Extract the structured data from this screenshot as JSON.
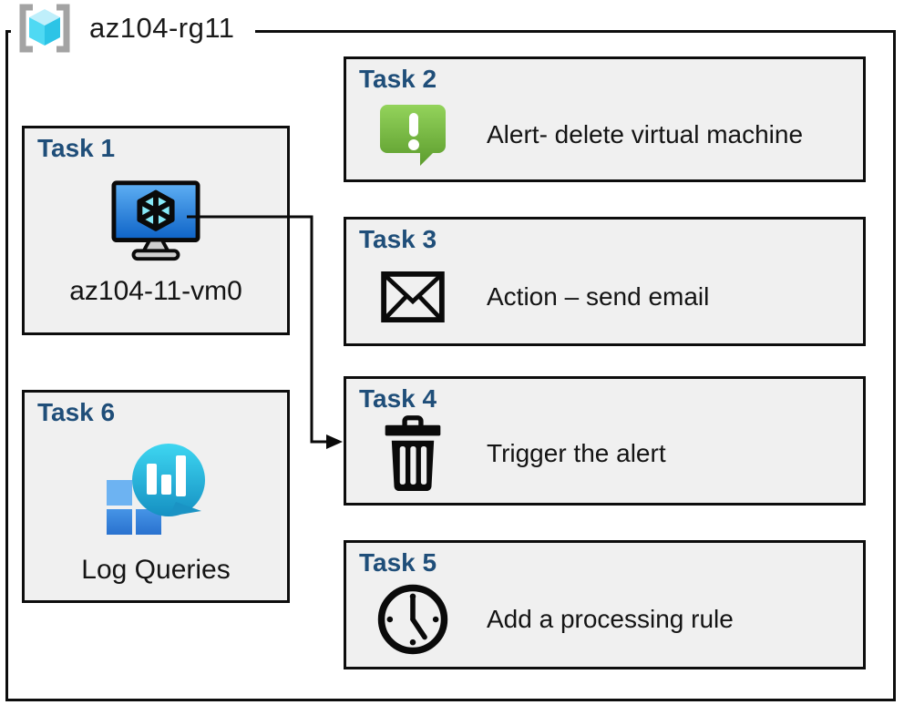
{
  "resource_group": {
    "name": "az104-rg11",
    "icon": "resource-group-icon"
  },
  "tasks": [
    {
      "title": "Task 1",
      "label": "az104-11-vm0",
      "icon": "virtual-machine-icon"
    },
    {
      "title": "Task 2",
      "label": "Alert- delete virtual machine",
      "icon": "alert-message-icon"
    },
    {
      "title": "Task 3",
      "label": "Action – send email",
      "icon": "email-icon"
    },
    {
      "title": "Task 4",
      "label": "Trigger the alert",
      "icon": "trash-icon"
    },
    {
      "title": "Task 5",
      "label": "Add a processing rule",
      "icon": "clock-icon"
    },
    {
      "title": "Task 6",
      "label": "Log Queries",
      "icon": "log-queries-icon"
    }
  ],
  "connector": {
    "from": "Task 1",
    "to": "Task 4"
  },
  "colors": {
    "task_title_blue": "#1f4e79",
    "card_background": "#f0f0f0",
    "card_border": "#0d0d0d",
    "alert_green": "#6fb53a",
    "vm_screen_blue": "#1e74d6",
    "log_teal": "#2bc7e9",
    "log_square_blue": "#3584dd",
    "rg_cube_cyan": "#4fd9f3",
    "bracket_gray": "#a3a3a3"
  }
}
